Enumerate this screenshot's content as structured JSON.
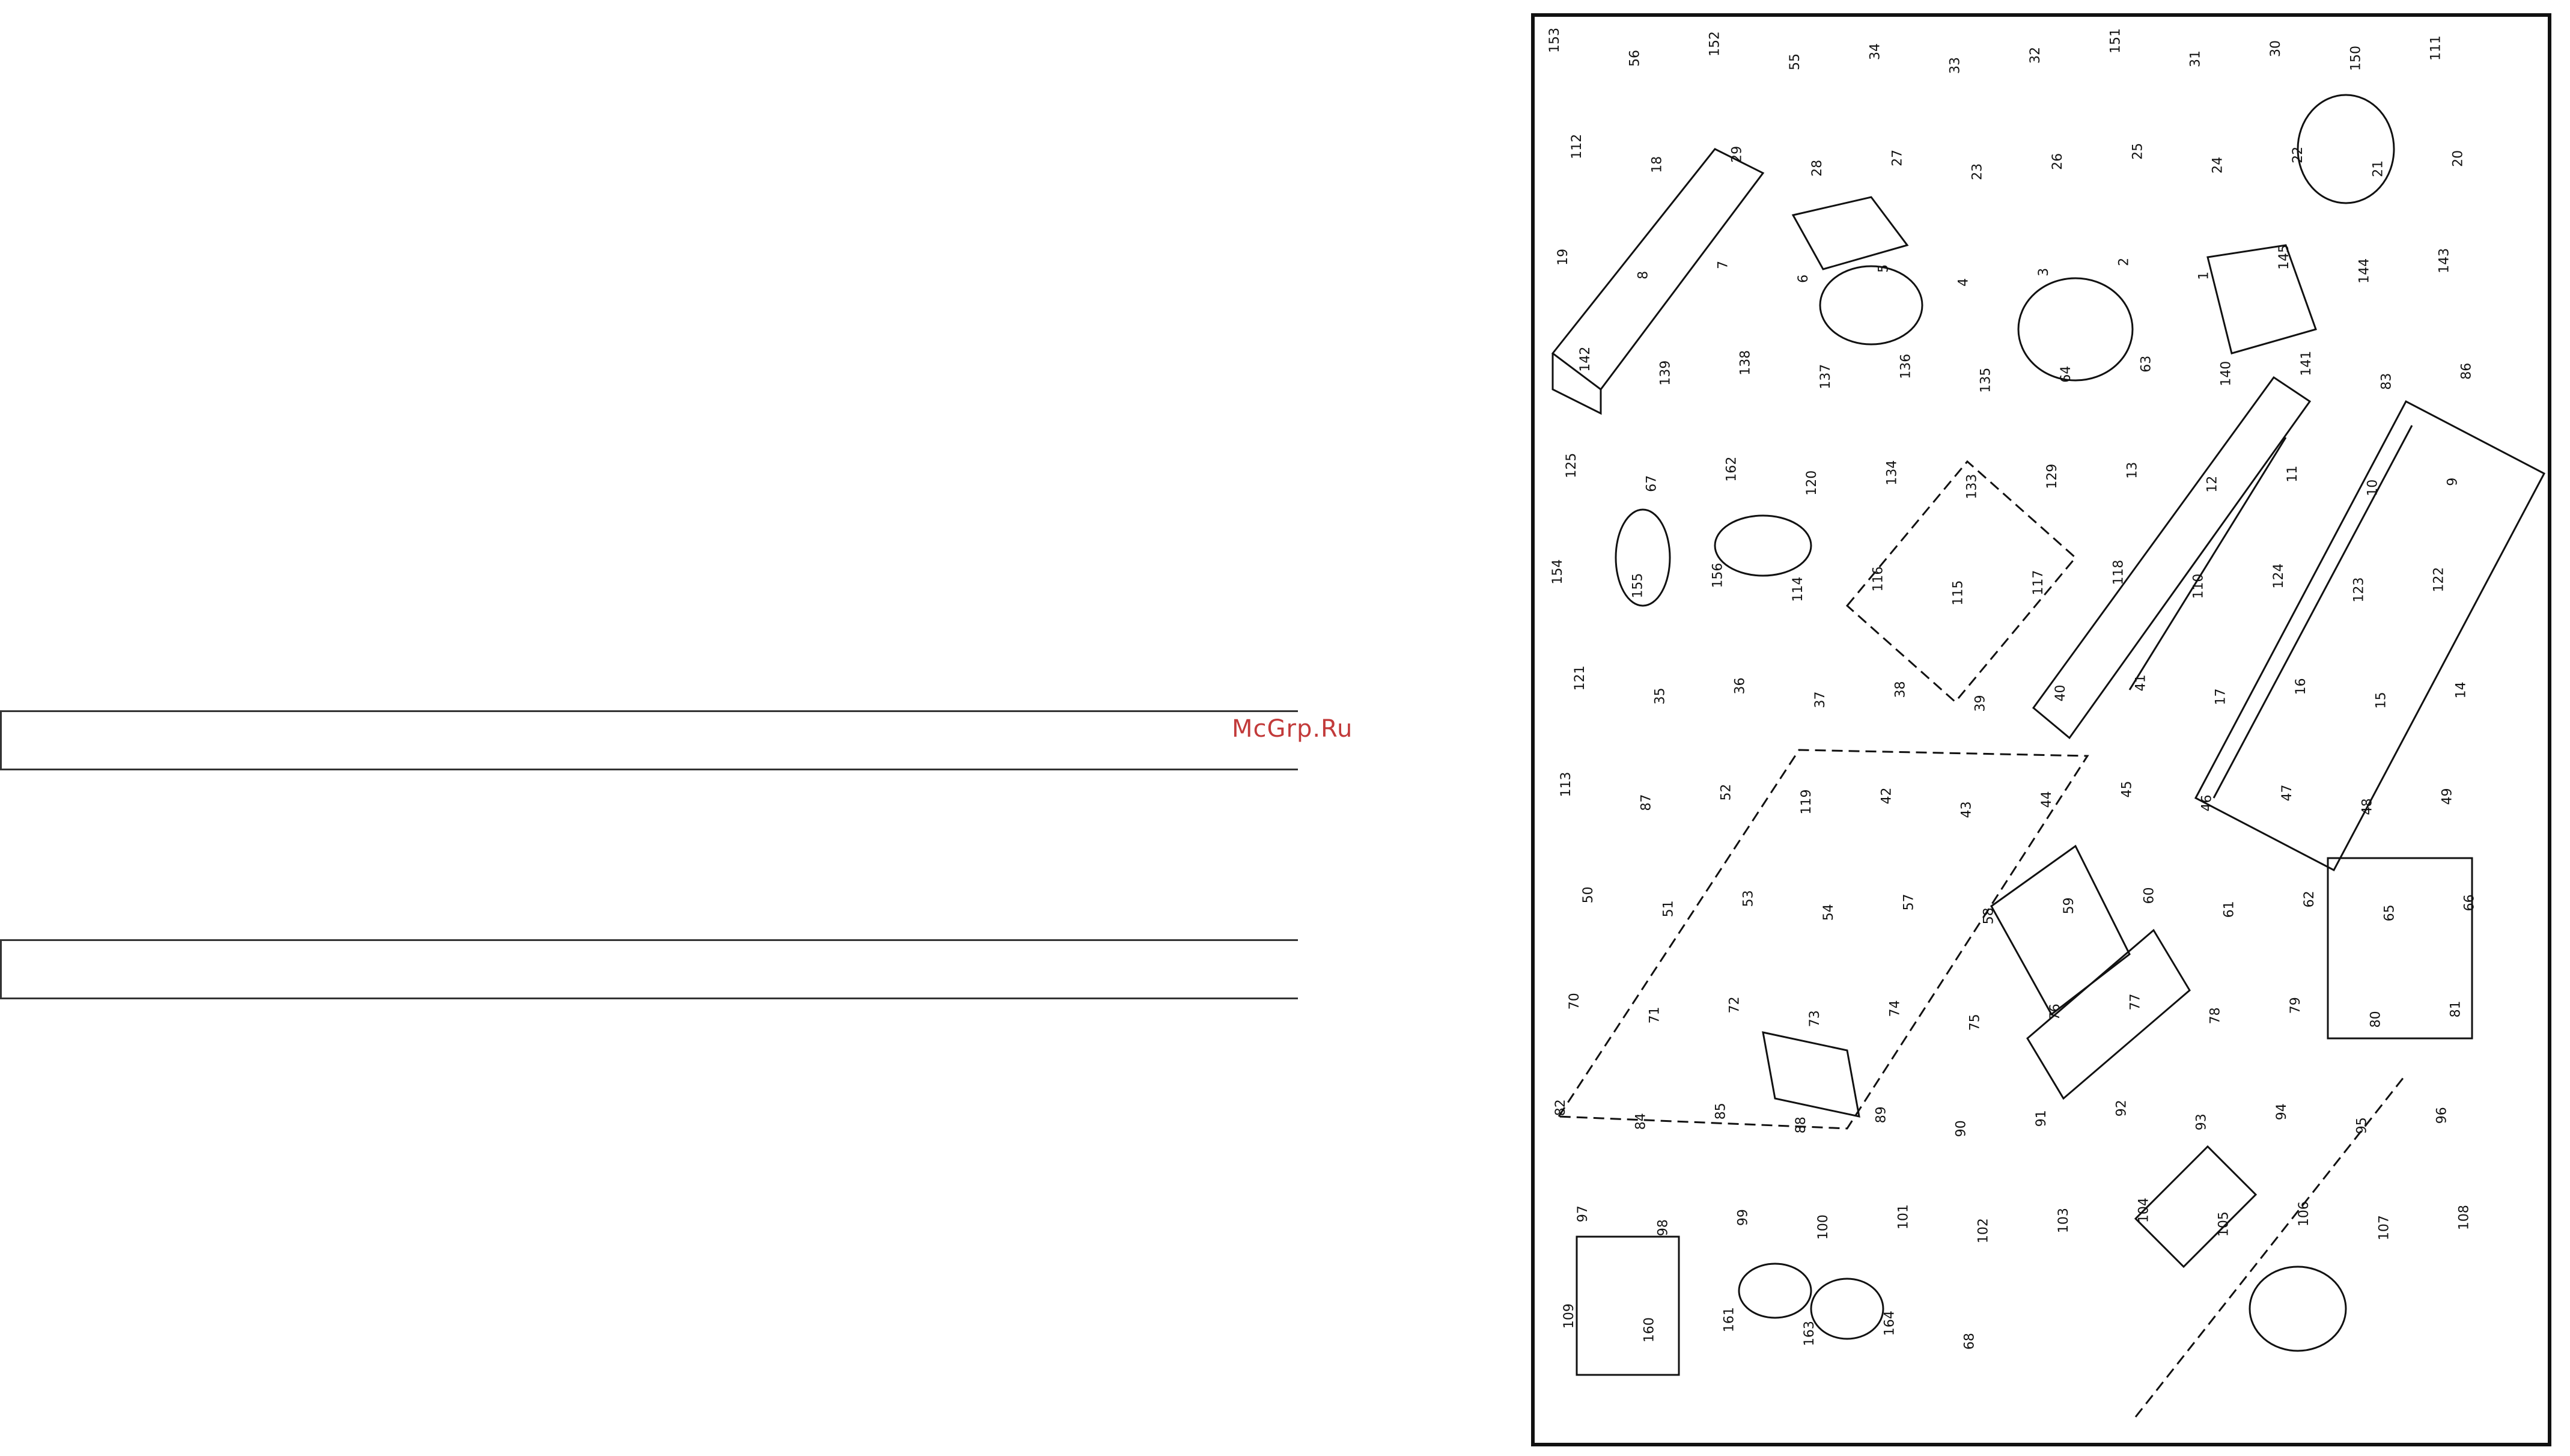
{
  "watermark": "McGrp.Ru",
  "diagram": {
    "part_numbers": [
      "153",
      "56",
      "152",
      "55",
      "34",
      "33",
      "32",
      "151",
      "31",
      "30",
      "150",
      "111",
      "112",
      "18",
      "29",
      "28",
      "27",
      "23",
      "26",
      "25",
      "24",
      "22",
      "21",
      "20",
      "19",
      "8",
      "7",
      "6",
      "5",
      "4",
      "3",
      "2",
      "1",
      "145",
      "144",
      "143",
      "142",
      "139",
      "138",
      "137",
      "136",
      "135",
      "64",
      "63",
      "140",
      "141",
      "83",
      "86",
      "125",
      "67",
      "162",
      "120",
      "134",
      "133",
      "129",
      "13",
      "12",
      "11",
      "10",
      "9",
      "154",
      "155",
      "156",
      "114",
      "116",
      "115",
      "117",
      "118",
      "110",
      "124",
      "123",
      "122",
      "121",
      "35",
      "36",
      "37",
      "38",
      "39",
      "40",
      "41",
      "17",
      "16",
      "15",
      "14",
      "113",
      "87",
      "52",
      "119",
      "42",
      "43",
      "44",
      "45",
      "46",
      "47",
      "48",
      "49",
      "50",
      "51",
      "53",
      "54",
      "57",
      "58",
      "59",
      "60",
      "61",
      "62",
      "65",
      "66",
      "70",
      "71",
      "72",
      "73",
      "74",
      "75",
      "76",
      "77",
      "78",
      "79",
      "80",
      "81",
      "82",
      "84",
      "85",
      "88",
      "89",
      "90",
      "91",
      "92",
      "93",
      "94",
      "95",
      "96",
      "97",
      "98",
      "99",
      "100",
      "101",
      "102",
      "103",
      "104",
      "105",
      "106",
      "107",
      "108",
      "109",
      "160",
      "161",
      "163",
      "164",
      "68"
    ]
  }
}
